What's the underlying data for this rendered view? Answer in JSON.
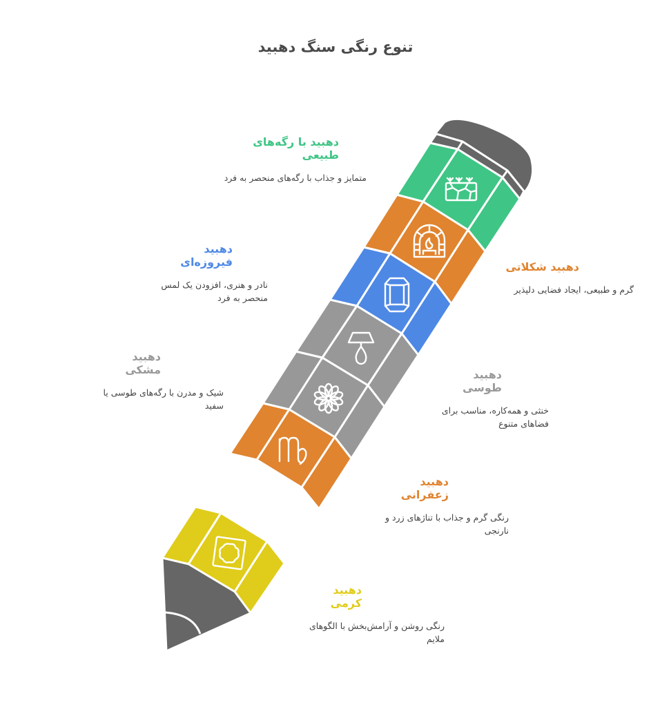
{
  "title": "تنوع رنگی سنگ دهبید",
  "colors": {
    "green": "#3fc585",
    "orange": "#e08430",
    "blue": "#4e88e5",
    "gray": "#989898",
    "yellow": "#e0cc1a",
    "dark": "#666666"
  },
  "items": [
    {
      "title": "دهبید با رگه‌های طبیعی",
      "desc": "متمایز و جذاب با رگه‌های منحصر به فرد",
      "color": "#3fc585",
      "icon": "cracked-stone-icon"
    },
    {
      "title": "دهبید شکلاتی",
      "desc": "گرم و طبیعی، ایجاد فضایی دلپذیر",
      "color": "#e08430",
      "icon": "fireplace-icon"
    },
    {
      "title": "دهبید فیروزه‌ای",
      "desc": "نادر و هنری، افزودن یک لمس منحصر به فرد",
      "color": "#4e88e5",
      "icon": "gem-prism-icon"
    },
    {
      "title": "دهبید طوسی",
      "desc": "خنثی و همه‌کاره، مناسب برای فضاهای متنوع",
      "color": "#999999",
      "icon": "lamp-icon"
    },
    {
      "title": "دهبید مشکی",
      "desc": "شیک و مدرن با رگه‌های طوسی یا سفید",
      "color": "#999999",
      "icon": "flower-icon"
    },
    {
      "title": "دهبید زعفرانی",
      "desc": "رنگی گرم و جذاب با تناژهای زرد و نارنجی",
      "color": "#e08430",
      "icon": "virgo-icon"
    },
    {
      "title": "دهبید کرمی",
      "desc": "رنگی روشن و آرامش‌بخش با الگوهای ملایم",
      "color": "#e0cc1a",
      "icon": "tile-pattern-icon"
    }
  ]
}
